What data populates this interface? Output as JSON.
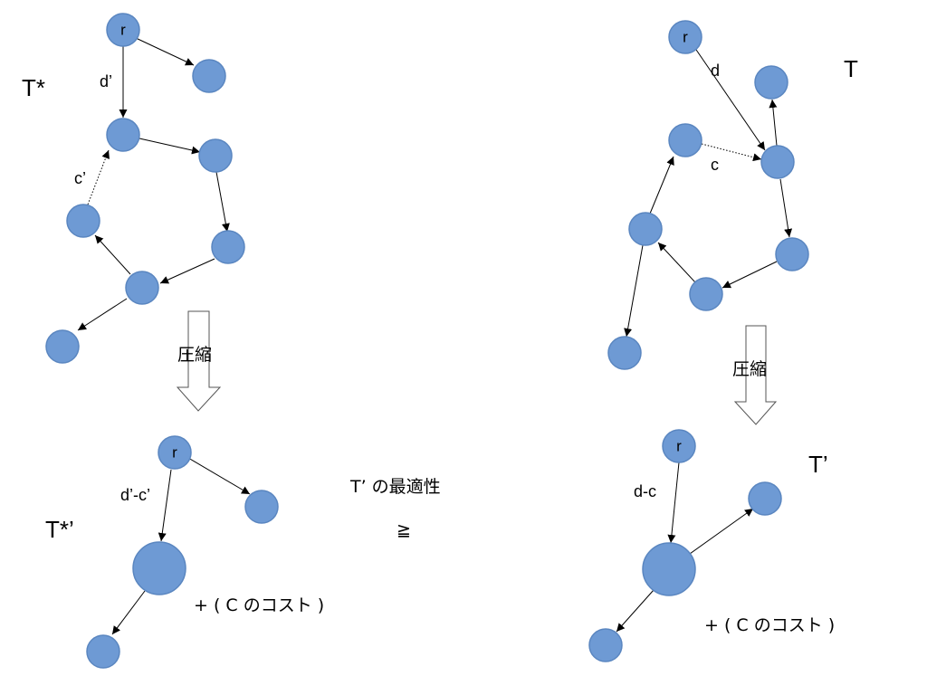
{
  "labels": {
    "t_star": "T*",
    "t": "T",
    "t_star_prime": "T*’",
    "t_prime": "T’",
    "r": "r",
    "d_prime": "d’",
    "c_prime": "c’",
    "d": "d",
    "c": "c",
    "d_prime_minus_c_prime": "d’-c’",
    "d_minus_c": "d-c",
    "compress": "圧縮",
    "optimality": "T’ の最適性",
    "geq": "≧",
    "cost_note": "+ ( C のコスト )"
  }
}
